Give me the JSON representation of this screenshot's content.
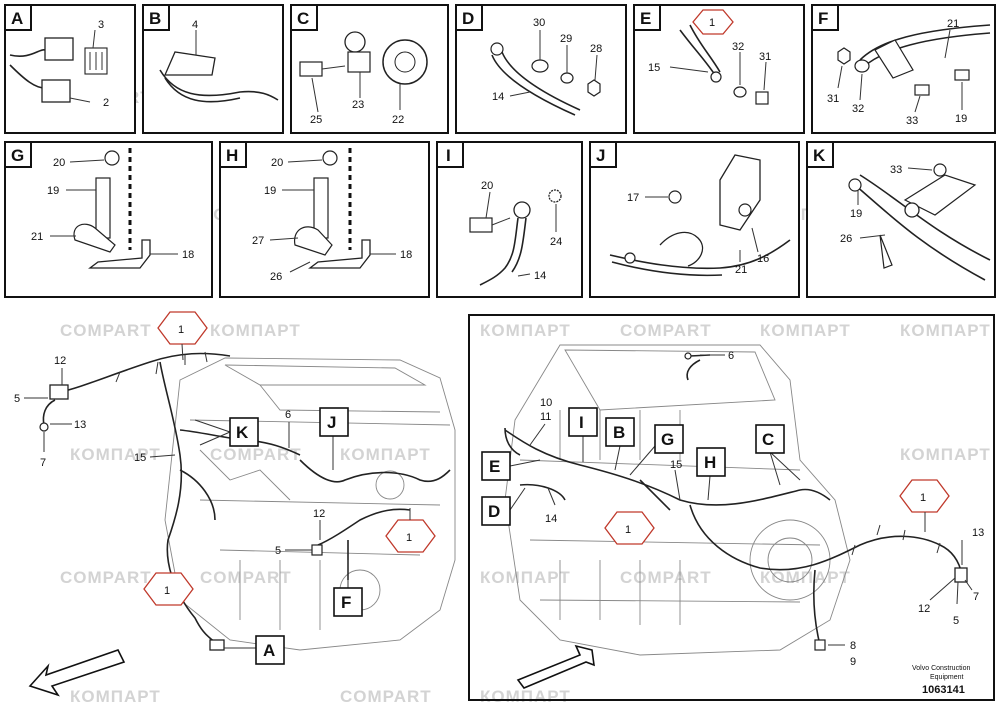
{
  "document": {
    "publisher_line1": "Volvo Construction",
    "publisher_line2": "Equipment",
    "drawing_number": "1063141"
  },
  "watermarks": [
    "COMPART",
    "КОМПАРТ"
  ],
  "detail_panels": [
    {
      "id": "A",
      "callouts": [
        "3",
        "2"
      ]
    },
    {
      "id": "B",
      "callouts": [
        "4"
      ]
    },
    {
      "id": "C",
      "callouts": [
        "25",
        "23",
        "22"
      ]
    },
    {
      "id": "D",
      "callouts": [
        "30",
        "29",
        "28",
        "14"
      ]
    },
    {
      "id": "E",
      "callouts": [
        "1",
        "32",
        "31",
        "15"
      ]
    },
    {
      "id": "F",
      "callouts": [
        "21",
        "31",
        "32",
        "33",
        "19"
      ]
    },
    {
      "id": "G",
      "callouts": [
        "20",
        "19",
        "21",
        "18"
      ]
    },
    {
      "id": "H",
      "callouts": [
        "20",
        "19",
        "27",
        "26",
        "18"
      ]
    },
    {
      "id": "I",
      "callouts": [
        "20",
        "24",
        "14"
      ]
    },
    {
      "id": "J",
      "callouts": [
        "17",
        "16",
        "21"
      ]
    },
    {
      "id": "K",
      "callouts": [
        "33",
        "19",
        "26"
      ]
    }
  ],
  "left_view": {
    "callouts": [
      "12",
      "5",
      "13",
      "7",
      "15",
      "6",
      "12",
      "5",
      "1",
      "1",
      "1"
    ],
    "letters": [
      "K",
      "J",
      "F",
      "A"
    ]
  },
  "right_view": {
    "callouts": [
      "6",
      "10",
      "11",
      "14",
      "15",
      "1",
      "1",
      "13",
      "12",
      "5",
      "7",
      "8",
      "9"
    ],
    "letters": [
      "I",
      "B",
      "G",
      "H",
      "C",
      "E",
      "D"
    ]
  }
}
